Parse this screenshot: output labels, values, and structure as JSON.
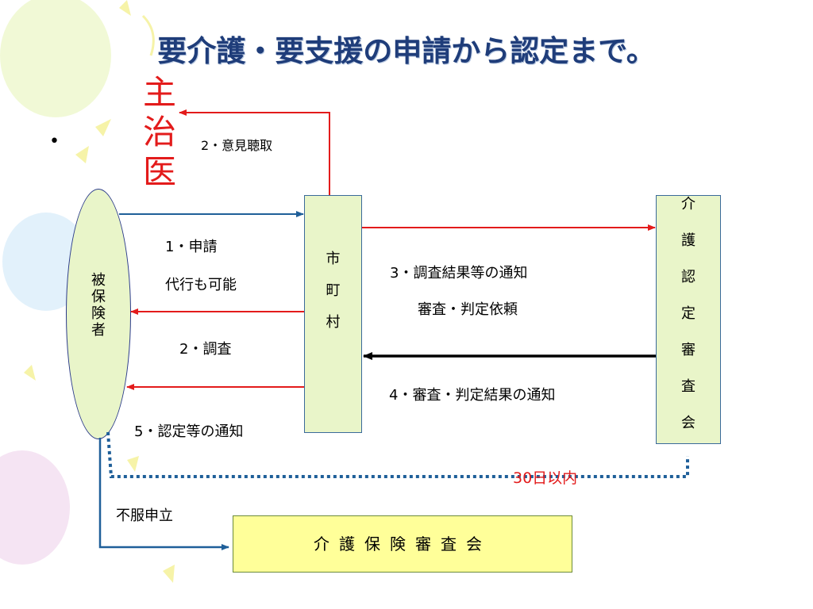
{
  "title": "要介護・要支援の申請から認定まで。",
  "bullet": "•",
  "doctor": [
    "主",
    "治",
    "医"
  ],
  "insured": [
    "被",
    "保",
    "険",
    "者"
  ],
  "municipality": [
    "市",
    "町",
    "村"
  ],
  "certification_committee": [
    "介",
    "護",
    "認",
    "定",
    "審",
    "査",
    "会"
  ],
  "review_board": "介護保険審査会",
  "labels": {
    "opinion": "2・意見聴取",
    "apply": "1・申請",
    "proxy": "代行も可能",
    "survey": "2・調査",
    "notify_result": "3・調査結果等の通知",
    "request_judgement": "審査・判定依頼",
    "judgement_notice": "4・審査・判定結果の通知",
    "certification_notice": "5・認定等の通知",
    "within_days": "30日以内",
    "objection": "不服申立"
  },
  "colors": {
    "title": "#1f3d7a",
    "red_arrow": "#e31b1b",
    "blue_arrow": "#1f5f99",
    "black_arrow": "#000000",
    "dotted": "#1f5f99",
    "box_fill": "#e9f5c9",
    "review_fill": "#ffff99"
  }
}
